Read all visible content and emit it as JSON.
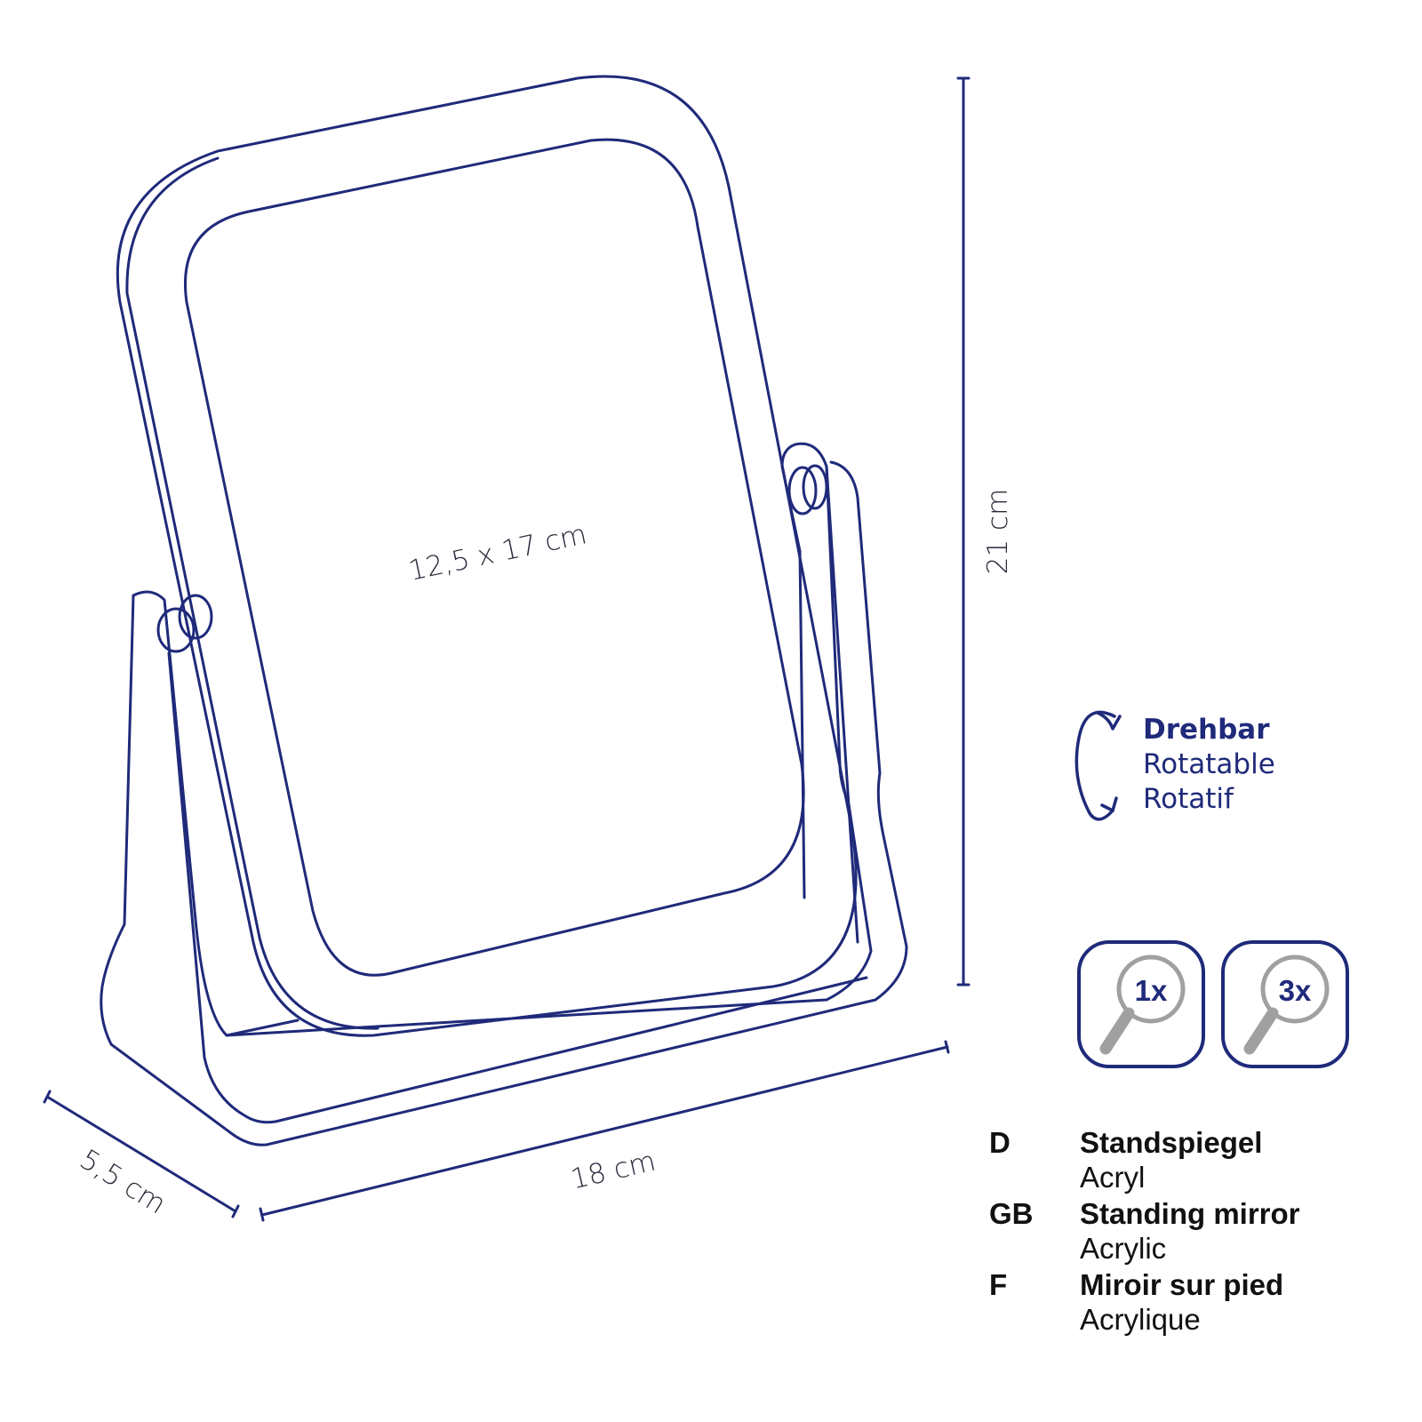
{
  "dimensions": {
    "mirror_size": "12,5 x 17 cm",
    "height": "21 cm",
    "width": "18 cm",
    "depth": "5,5 cm"
  },
  "rotation": {
    "icon": "rotate-icon",
    "labels": [
      "Drehbar",
      "Rotatable",
      "Rotatif"
    ]
  },
  "magnification": [
    {
      "label": "1x",
      "icon": "magnifier-icon"
    },
    {
      "label": "3x",
      "icon": "magnifier-icon"
    }
  ],
  "legend": [
    {
      "code": "D",
      "title": "Standspiegel",
      "material": "Acryl"
    },
    {
      "code": "GB",
      "title": "Standing mirror",
      "material": "Acrylic"
    },
    {
      "code": "F",
      "title": "Miroir sur pied",
      "material": "Acrylique"
    }
  ],
  "colors": {
    "line": "#1f2a7a",
    "magnifier_grey": "#a0a0a0",
    "text": "#111111"
  }
}
